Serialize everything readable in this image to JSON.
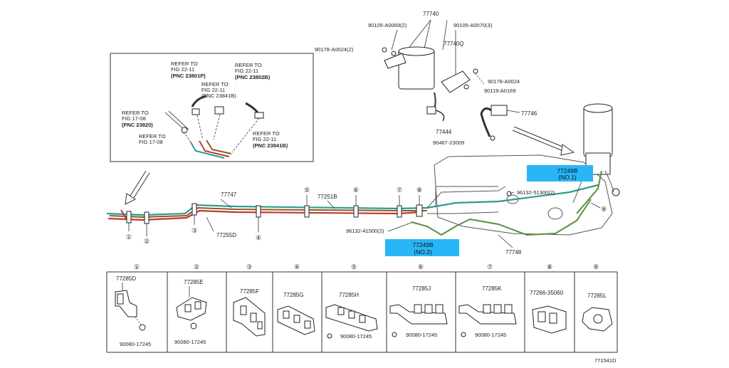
{
  "colors": {
    "fuel_red": "#c0392b",
    "fuel_green": "#5a8f3c",
    "fuel_teal": "#2a9d8f",
    "fuel_brown": "#8a5a2b",
    "highlight": "#29b6f6"
  },
  "top": {
    "p77740": "77740",
    "p90105a": "90105-A0069(2)",
    "p90105b": "90105-A0070(3)",
    "p90178a": "90178-A0024(2)",
    "p77740q": "77740Q",
    "p90178b": "90178-A0024",
    "p90119": "90119-A0169",
    "p77746": "77746",
    "p77444": "77444",
    "p90467": "90467-23009"
  },
  "inset": {
    "ref1": [
      "REFER TO",
      "FIG 22-11",
      "(PNC 23801P)"
    ],
    "ref2": [
      "REFER TO",
      "FIG 22-11",
      "(PNC 23841B)"
    ],
    "ref3": [
      "REFER TO",
      "FIG 22-11",
      "(PNC 23802B)"
    ],
    "ref4": [
      "REFER TO",
      "FIG 17-08",
      "(PNC 23820)"
    ],
    "ref5": [
      "REFER TO",
      "FIG 17-08"
    ],
    "ref6": [
      "REFER TO",
      "FIG 22-11",
      "(PNC 23841B)"
    ]
  },
  "main": {
    "p77747": "77747",
    "p77251b": "77251B",
    "p77255d": "77255D",
    "p96132a": "96132-41500(2)",
    "p96132b": "96132-51300(2)",
    "p77748": "77748",
    "hl1": [
      "77249B",
      "(NO.1)"
    ],
    "hl2": [
      "77249B",
      "(NO.2)"
    ],
    "markers": [
      "①",
      "②",
      "③",
      "④",
      "⑤",
      "⑥",
      "⑦",
      "⑧",
      "⑨"
    ]
  },
  "table": {
    "headers": [
      "①",
      "②",
      "③",
      "④",
      "⑤",
      "⑥",
      "⑦",
      "⑧",
      "⑨"
    ],
    "c1": [
      "77285D",
      "90080-17245"
    ],
    "c2": [
      "77285E",
      "90080-17245"
    ],
    "c3": [
      "77285F"
    ],
    "c4": [
      "77285G"
    ],
    "c5": [
      "77285H",
      "90080-17245"
    ],
    "c6": [
      "77285J",
      "90080-17245"
    ],
    "c7": [
      "77285K",
      "90080-17245"
    ],
    "c8": [
      "77266-35060"
    ],
    "c9": [
      "77285L"
    ]
  },
  "figure_id": "771541D"
}
